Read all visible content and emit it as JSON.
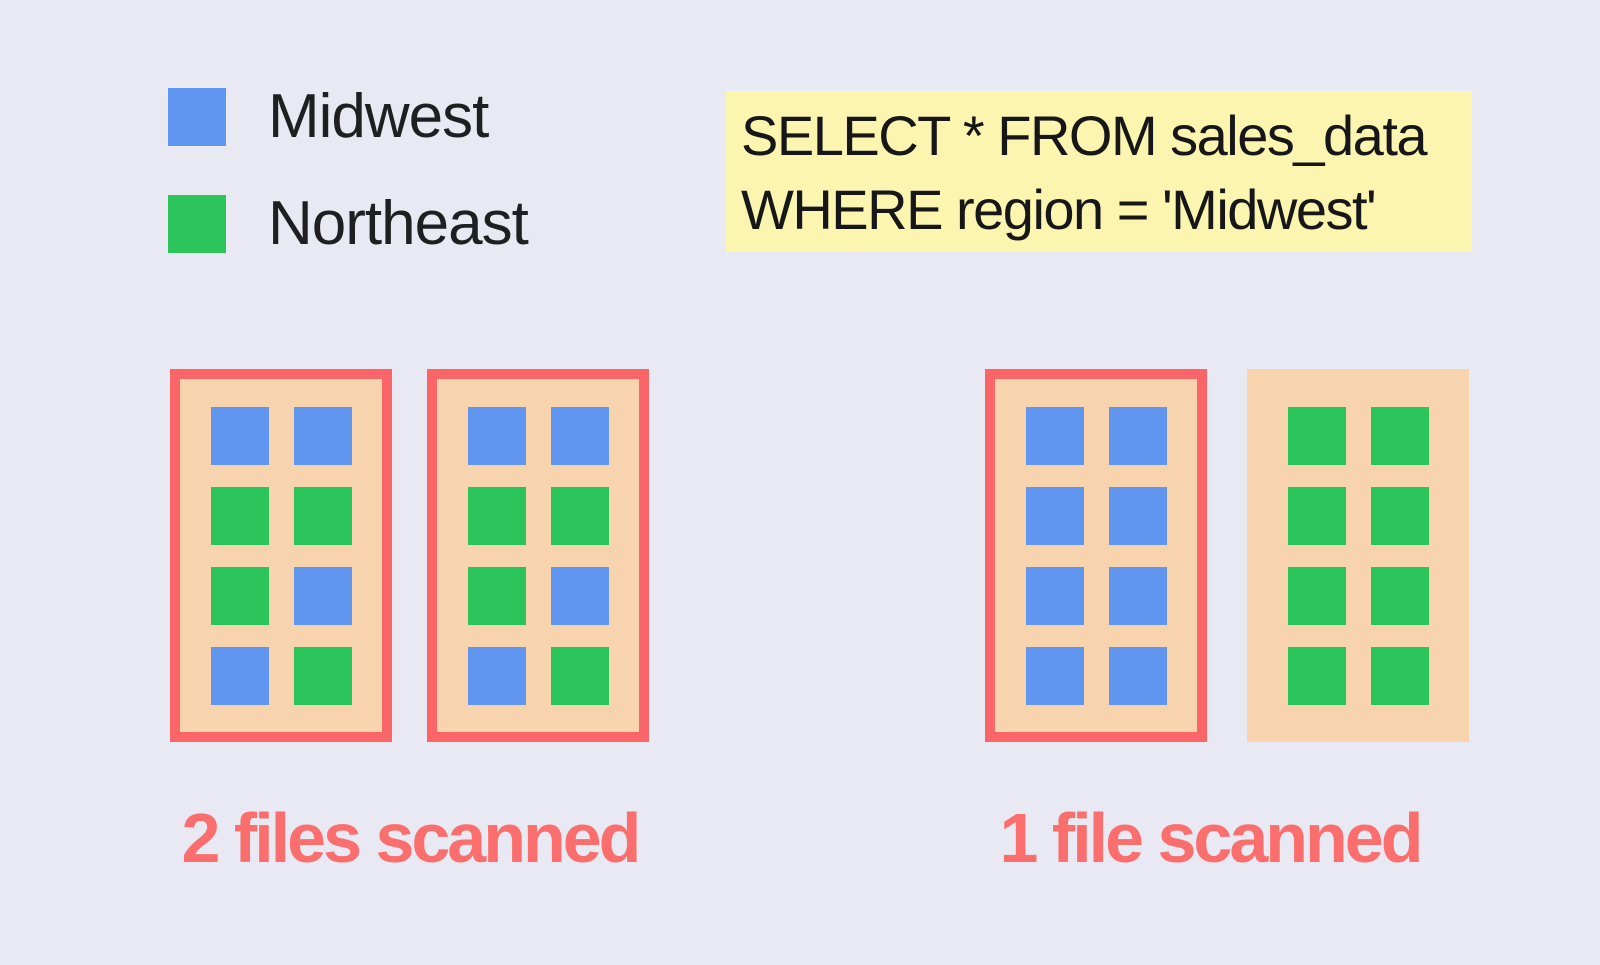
{
  "diagram": {
    "legend": {
      "items": [
        {
          "label": "Midwest",
          "region": "midwest"
        },
        {
          "label": "Northeast",
          "region": "northeast"
        }
      ]
    },
    "query": {
      "lines": [
        "SELECT * FROM sales_data",
        "WHERE region = 'Midwest'"
      ]
    },
    "groups": [
      {
        "caption": "2 files scanned",
        "files": [
          {
            "scanned": true,
            "cells": [
              "midwest",
              "midwest",
              "northeast",
              "northeast",
              "northeast",
              "midwest",
              "midwest",
              "northeast"
            ]
          },
          {
            "scanned": true,
            "cells": [
              "midwest",
              "midwest",
              "northeast",
              "northeast",
              "northeast",
              "midwest",
              "midwest",
              "northeast"
            ]
          }
        ]
      },
      {
        "caption": "1 file scanned",
        "files": [
          {
            "scanned": true,
            "cells": [
              "midwest",
              "midwest",
              "midwest",
              "midwest",
              "midwest",
              "midwest",
              "midwest",
              "midwest"
            ]
          },
          {
            "scanned": false,
            "cells": [
              "northeast",
              "northeast",
              "northeast",
              "northeast",
              "northeast",
              "northeast",
              "northeast",
              "northeast"
            ]
          }
        ]
      }
    ],
    "colors": {
      "background": "#E8E9F2",
      "midwest": "#6096EF",
      "northeast": "#2BC45B",
      "file_fill": "#F8D4AE",
      "scan_border": "#FA6568",
      "caption": "#FA6E6E",
      "query_background": "#FBF5B0",
      "text": "#1F1F22"
    }
  }
}
